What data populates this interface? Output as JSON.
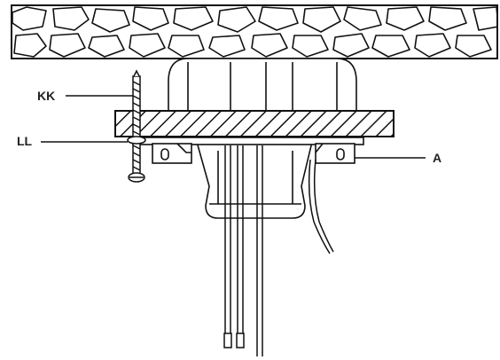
{
  "labels": {
    "screw": "KK",
    "washer": "LL",
    "bracket": "A"
  }
}
